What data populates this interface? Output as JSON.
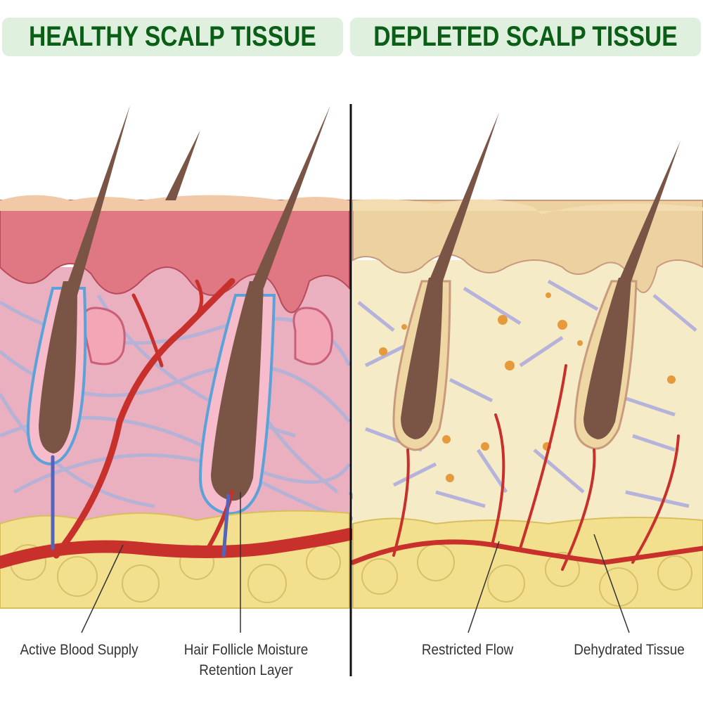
{
  "headers": {
    "left": "HEALTHY SCALP TISSUE",
    "right": "DEPLETED SCALP TISSUE"
  },
  "labels": {
    "active_blood_supply": "Active Blood Supply",
    "moisture_layer_line1": "Hair Follicle Moisture",
    "moisture_layer_line2": "Retention Layer",
    "restricted_flow": "Restricted Flow",
    "dehydrated_tissue": "Dehydrated Tissue"
  },
  "colors": {
    "header_bg": "#dff0df",
    "header_text": "#0b5e16",
    "healthy_epidermis": "#e07883",
    "healthy_dermis": "#eab0c0",
    "depleted_epidermis": "#ecd2a0",
    "depleted_dermis": "#f5ebc6",
    "fat": "#f3e08e",
    "vessel": "#c8302c",
    "hair": "#7a5546"
  }
}
